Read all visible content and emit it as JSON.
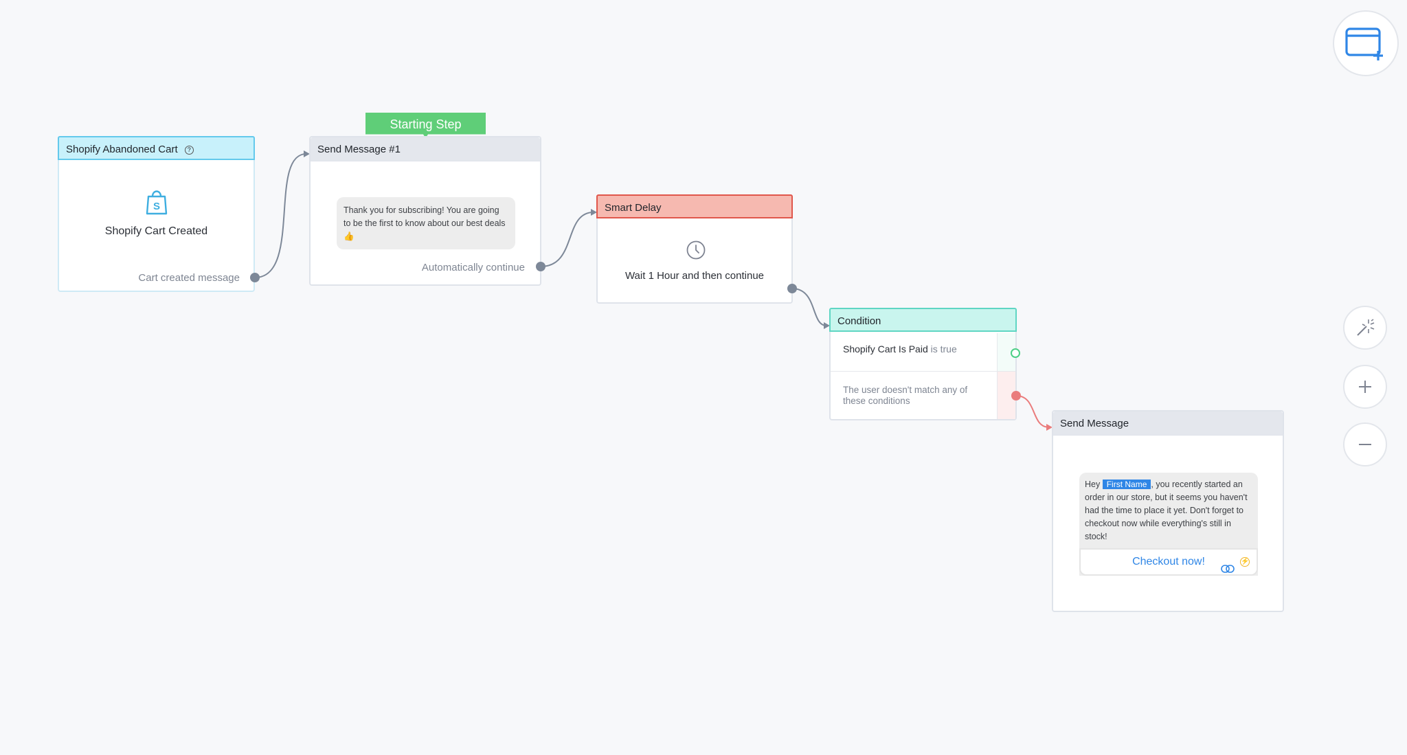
{
  "trigger_node": {
    "header": "Shopify Abandoned Cart",
    "title": "Shopify Cart Created",
    "output_label": "Cart created message"
  },
  "starting_step_badge": "Starting Step",
  "send_message_1": {
    "header": "Send Message #1",
    "bubble_text": "Thank you for subscribing! You are going to be the first to know about our best deals 👍",
    "output_label": "Automatically continue"
  },
  "smart_delay": {
    "header": "Smart Delay",
    "text": "Wait 1 Hour and then continue"
  },
  "condition": {
    "header": "Condition",
    "rule_field": "Shopify Cart Is Paid",
    "rule_op": "is true",
    "fallback": "The user doesn't match any of these conditions"
  },
  "send_message_2": {
    "header": "Send Message",
    "greeting": "Hey",
    "first_name_tag": "First Name",
    "body": ", you recently started an order in our store, but it seems you haven't had the time to place it yet. Don't forget to checkout now while everything's still in stock!",
    "button_label": "Checkout now!"
  },
  "colors": {
    "trigger_header": "#c8f1fb",
    "trigger_border": "#63c9ec",
    "delay_header": "#f6b9b0",
    "delay_border": "#e0564b",
    "condition_header": "#c9f5ee",
    "condition_border": "#5fd6c3",
    "starting_step": "#5fce78",
    "tag_blue": "#2f86e6",
    "connector": "#7d8898",
    "fail_connector": "#ea7c7c"
  },
  "toolbar": {
    "new_frame_icon": "window-plus-icon",
    "magic_icon": "magic-wand-icon",
    "zoom_in_icon": "plus-icon",
    "zoom_out_icon": "minus-icon"
  }
}
